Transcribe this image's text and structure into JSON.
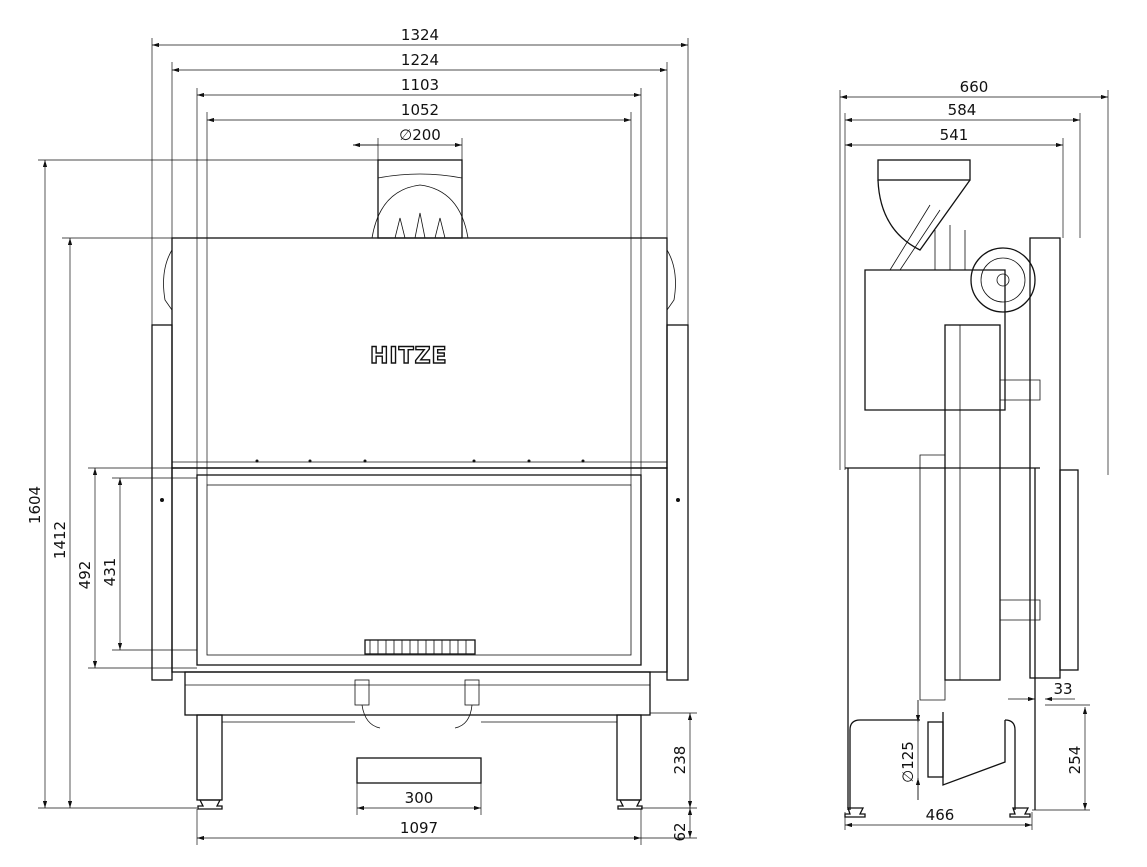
{
  "logo": "HITZE",
  "front_view": {
    "widths": [
      "1324",
      "1224",
      "1103",
      "1052"
    ],
    "flue_diameter": "∅200",
    "heights": [
      "1604",
      "1412",
      "492",
      "431"
    ],
    "ash_box_width": "300",
    "leg_span": "1097",
    "base_height": "238",
    "leg_height": "62"
  },
  "side_view": {
    "depths": [
      "660",
      "584",
      "541"
    ],
    "air_inlet_diameter": "∅125",
    "offset": "33",
    "inlet_height": "254",
    "base_depth": "466"
  }
}
